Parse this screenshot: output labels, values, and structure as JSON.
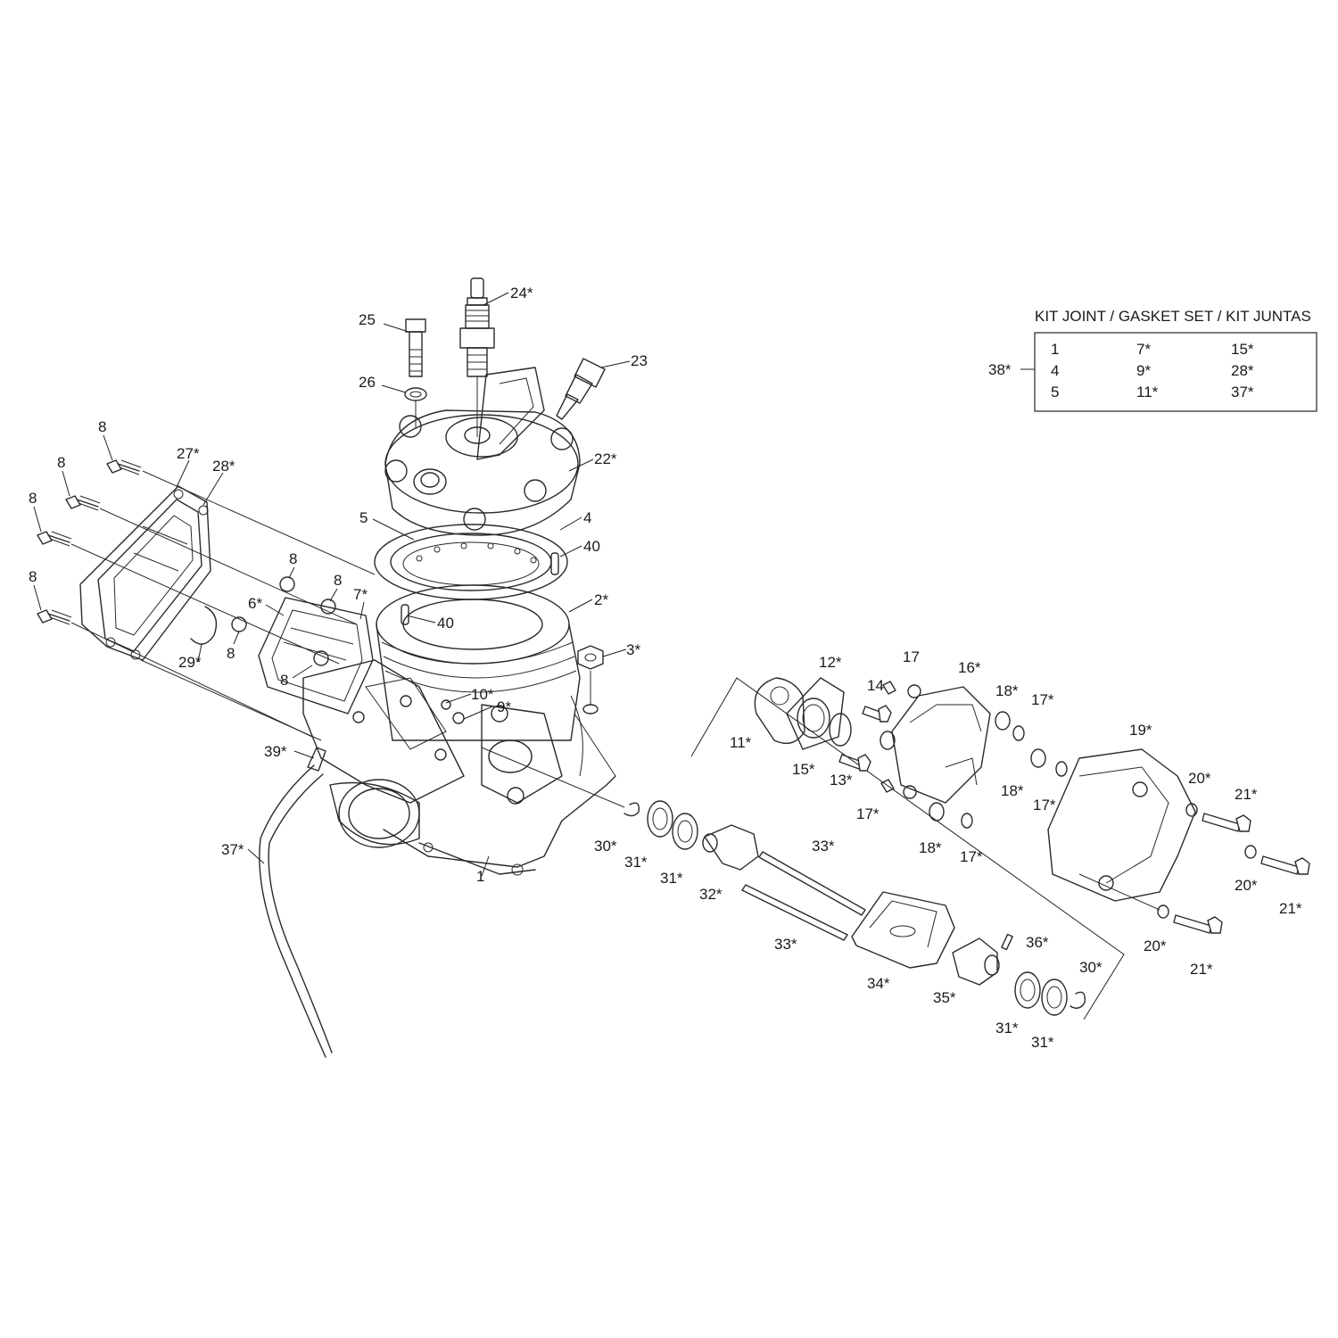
{
  "callouts": [
    {
      "id": "c24",
      "text": "24*"
    },
    {
      "id": "c25",
      "text": "25"
    },
    {
      "id": "c23",
      "text": "23"
    },
    {
      "id": "c26",
      "text": "26"
    },
    {
      "id": "c22",
      "text": "22*"
    },
    {
      "id": "c5",
      "text": "5"
    },
    {
      "id": "c4",
      "text": "4"
    },
    {
      "id": "c40a",
      "text": "40"
    },
    {
      "id": "c2",
      "text": "2*"
    },
    {
      "id": "c40b",
      "text": "40"
    },
    {
      "id": "c3",
      "text": "3*"
    },
    {
      "id": "c10",
      "text": "10*"
    },
    {
      "id": "c9",
      "text": "9*"
    },
    {
      "id": "c8a",
      "text": "8"
    },
    {
      "id": "c8b",
      "text": "8"
    },
    {
      "id": "c8c",
      "text": "8"
    },
    {
      "id": "c8d",
      "text": "8"
    },
    {
      "id": "c8e",
      "text": "8"
    },
    {
      "id": "c8f",
      "text": "8"
    },
    {
      "id": "c8g",
      "text": "8"
    },
    {
      "id": "c8h",
      "text": "8"
    },
    {
      "id": "c27",
      "text": "27*"
    },
    {
      "id": "c28",
      "text": "28*"
    },
    {
      "id": "c6",
      "text": "6*"
    },
    {
      "id": "c7",
      "text": "7*"
    },
    {
      "id": "c29",
      "text": "29*"
    },
    {
      "id": "c39",
      "text": "39*"
    },
    {
      "id": "c37",
      "text": "37*"
    },
    {
      "id": "c1",
      "text": "1"
    },
    {
      "id": "c30a",
      "text": "30*"
    },
    {
      "id": "c31a",
      "text": "31*"
    },
    {
      "id": "c31b",
      "text": "31*"
    },
    {
      "id": "c32",
      "text": "32*"
    },
    {
      "id": "c33a",
      "text": "33*"
    },
    {
      "id": "c33b",
      "text": "33*"
    },
    {
      "id": "c34",
      "text": "34*"
    },
    {
      "id": "c35",
      "text": "35*"
    },
    {
      "id": "c36",
      "text": "36*"
    },
    {
      "id": "c30b",
      "text": "30*"
    },
    {
      "id": "c31c",
      "text": "31*"
    },
    {
      "id": "c31d",
      "text": "31*"
    },
    {
      "id": "c11",
      "text": "11*"
    },
    {
      "id": "c12",
      "text": "12*"
    },
    {
      "id": "c14",
      "text": "14"
    },
    {
      "id": "c15",
      "text": "15*"
    },
    {
      "id": "c13",
      "text": "13*"
    },
    {
      "id": "c17a",
      "text": "17"
    },
    {
      "id": "c16",
      "text": "16*"
    },
    {
      "id": "c18a",
      "text": "18*"
    },
    {
      "id": "c17b",
      "text": "17*"
    },
    {
      "id": "c18b",
      "text": "18*"
    },
    {
      "id": "c17c",
      "text": "17*"
    },
    {
      "id": "c17d",
      "text": "17*"
    },
    {
      "id": "c18c",
      "text": "18*"
    },
    {
      "id": "c17e",
      "text": "17*"
    },
    {
      "id": "c19",
      "text": "19*"
    },
    {
      "id": "c20a",
      "text": "20*"
    },
    {
      "id": "c21a",
      "text": "21*"
    },
    {
      "id": "c20b",
      "text": "20*"
    },
    {
      "id": "c21b",
      "text": "21*"
    },
    {
      "id": "c20c",
      "text": "20*"
    },
    {
      "id": "c21c",
      "text": "21*"
    }
  ],
  "kit": {
    "title": "KIT JOINT / GASKET SET / KIT JUNTAS",
    "ref": "38*",
    "rows": [
      [
        "1",
        "7*",
        "15*"
      ],
      [
        "4",
        "9*",
        "28*"
      ],
      [
        "5",
        "11*",
        "37*"
      ]
    ]
  }
}
